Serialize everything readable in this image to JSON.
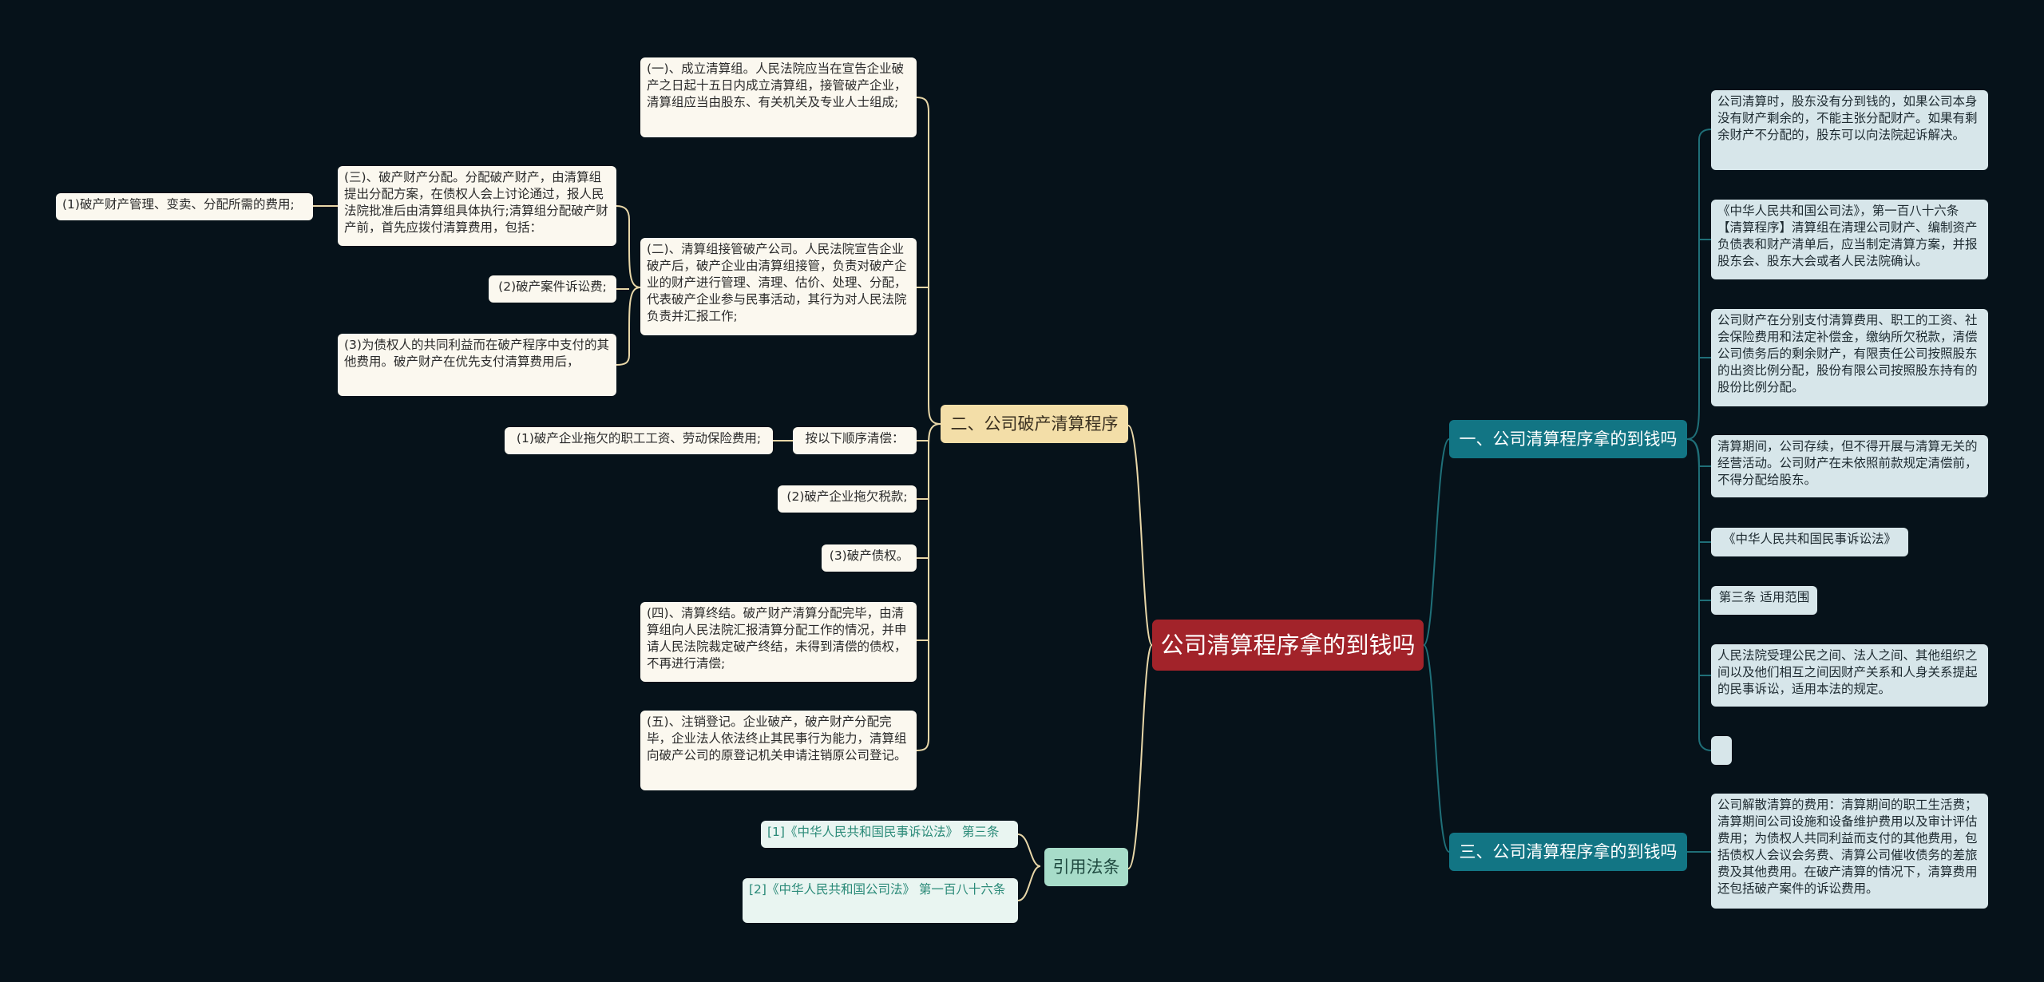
{
  "root": "公司清算程序拿的到钱吗",
  "left": {
    "procedure": {
      "label": "二、公司破产清算程序",
      "step1": "(一)、成立清算组。人民法院应当在宣告企业破产之日起十五日内成立清算组，接管破产企业，清算组应当由股东、有关机关及专业人士组成;",
      "step3": "(三)、破产财产分配。分配破产财产，由清算组提出分配方案，在债权人会上讨论通过，报人民法院批准后由清算组具体执行;清算组分配破产财产前，首先应拨付清算费用，包括：",
      "step3_items": [
        "(1)破产财产管理、变卖、分配所需的费用;",
        "(2)破产案件诉讼费;",
        "(3)为债权人的共同利益而在破产程序中支付的其他费用。破产财产在优先支付清算费用后，"
      ],
      "step2": "(二)、清算组接管破产公司。人民法院宣告企业破产后，破产企业由清算组接管，负责对破产企业的财产进行管理、清理、估价、处理、分配，代表破产企业参与民事活动，其行为对人民法院负责并汇报工作;",
      "order_label": "按以下顺序清偿：",
      "order_item1": "(1)破产企业拖欠的职工工资、劳动保险费用;",
      "order_item2": "(2)破产企业拖欠税款;",
      "order_item3": "(3)破产债权。",
      "step4": "(四)、清算终结。破产财产清算分配完毕，由清算组向人民法院汇报清算分配工作的情况，并申请人民法院裁定破产终结，未得到清偿的债权，不再进行清偿;",
      "step5": "(五)、注销登记。企业破产，破产财产分配完毕，企业法人依法终止其民事行为能力，清算组向破产公司的原登记机关申请注销原公司登记。"
    },
    "refs": {
      "label": "引用法条",
      "ref1": "[1]《中华人民共和国民事诉讼法》 第三条",
      "ref2": "[2]《中华人民共和国公司法》 第一百八十六条"
    }
  },
  "right": {
    "b1": {
      "label": "一、公司清算程序拿的到钱吗",
      "items": [
        "公司清算时，股东没有分到钱的，如果公司本身没有财产剩余的，不能主张分配财产。如果有剩余财产不分配的，股东可以向法院起诉解决。",
        "《中华人民共和国公司法》，第一百八十六条【清算程序】清算组在清理公司财产、编制资产负债表和财产清单后，应当制定清算方案，并报股东会、股东大会或者人民法院确认。",
        "公司财产在分别支付清算费用、职工的工资、社会保险费用和法定补偿金，缴纳所欠税款，清偿公司债务后的剩余财产，有限责任公司按照股东的出资比例分配，股份有限公司按照股东持有的股份比例分配。",
        "清算期间，公司存续，但不得开展与清算无关的经营活动。公司财产在未依照前款规定清偿前，不得分配给股东。",
        "《中华人民共和国民事诉讼法》",
        "第三条 适用范围",
        "人民法院受理公民之间、法人之间、其他组织之间以及他们相互之间因财产关系和人身关系提起的民事诉讼，适用本法的规定。",
        ""
      ]
    },
    "b3": {
      "label": "三、公司清算程序拿的到钱吗",
      "text": "公司解散清算的费用：清算期间的职工生活费；清算期间公司设施和设备维护费用以及审计评估费用；为债权人共同利益而支付的其他费用，包括债权人会议会务费、清算公司催收债务的差旅费及其他费用。在破产清算的情况下，清算费用还包括破产案件的诉讼费用。"
    }
  },
  "colors": {
    "background": "#06121a",
    "root": "#a2232a",
    "branch_procedure": "#f3dea8",
    "branch_teal": "#127584",
    "branch_refs": "#a7dcc9",
    "link_left": "#e8d7a8",
    "link_right": "#1f6f78"
  }
}
